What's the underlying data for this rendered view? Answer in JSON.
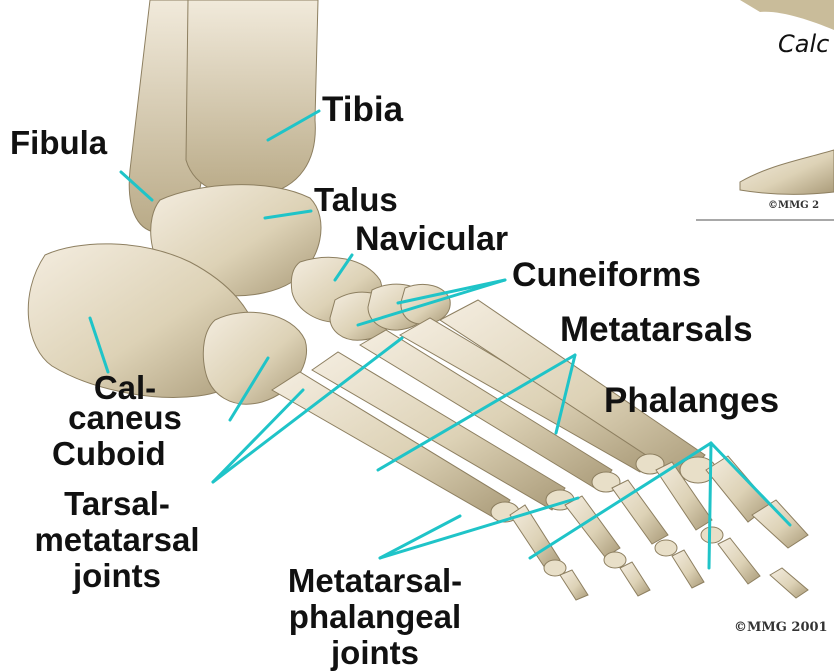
{
  "labels": {
    "tibia": "Tibia",
    "fibula": "Fibula",
    "talus": "Talus",
    "navicular": "Navicular",
    "cuneiforms": "Cuneiforms",
    "metatarsals": "Metatarsals",
    "phalanges": "Phalanges",
    "calcaneus_line1": "Cal-",
    "calcaneus_line2": "caneus",
    "cuboid": "Cuboid",
    "tarsal_line1": "Tarsal-",
    "tarsal_line2": "metatarsal",
    "tarsal_line3": "joints",
    "mtp_line1": "Metatarsal-",
    "mtp_line2": "phalangeal",
    "mtp_line3": "joints"
  },
  "copyright": "©MMG 2001",
  "inset": {
    "partial_label": "Calc",
    "partial_copyright": "©MMG 2"
  },
  "colors": {
    "leader_line": "#1fc4c8",
    "bone": "#e6dcc2",
    "bone_shadow": "#a99a78",
    "label_text": "#111111"
  }
}
